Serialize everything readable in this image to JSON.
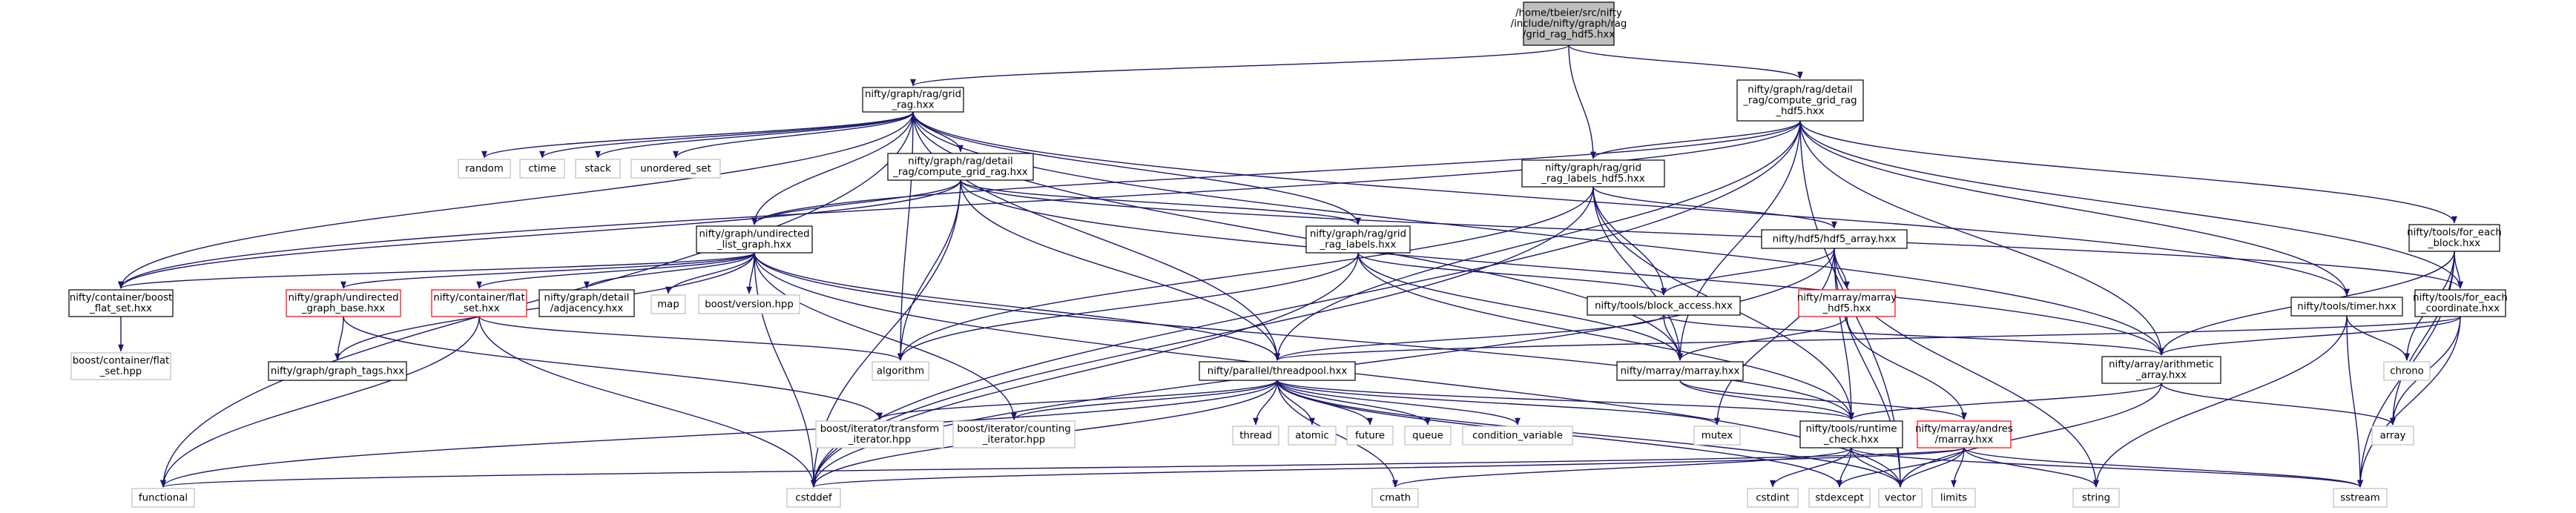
{
  "graph": {
    "title": "Include dependency graph for grid_rag_hdf5.hxx",
    "colors": {
      "edge": "#191970",
      "root_fill": "#bfbfbf",
      "node_border": "#000000",
      "missing_border": "#bfbfbf",
      "missing_file_border": "#ff0000"
    },
    "nodes": [
      {
        "id": "root",
        "lines": [
          "/home/tbeier/src/nifty",
          "/include/nifty/graph/rag",
          "/grid_rag_hdf5.hxx"
        ],
        "style": "root"
      },
      {
        "id": "grid_rag",
        "lines": [
          "nifty/graph/rag/grid",
          "_rag.hxx"
        ],
        "style": "default"
      },
      {
        "id": "detail_compute_hdf5",
        "lines": [
          "nifty/graph/rag/detail",
          "_rag/compute_grid_rag",
          "_hdf5.hxx"
        ],
        "style": "default"
      },
      {
        "id": "random",
        "lines": [
          "random"
        ],
        "style": "missing"
      },
      {
        "id": "ctime",
        "lines": [
          "ctime"
        ],
        "style": "missing"
      },
      {
        "id": "stack",
        "lines": [
          "stack"
        ],
        "style": "missing"
      },
      {
        "id": "unordered_set",
        "lines": [
          "unordered_set"
        ],
        "style": "missing"
      },
      {
        "id": "detail_compute",
        "lines": [
          "nifty/graph/rag/detail",
          "_rag/compute_grid_rag.hxx"
        ],
        "style": "default"
      },
      {
        "id": "labels_hdf5",
        "lines": [
          "nifty/graph/rag/grid",
          "_rag_labels_hdf5.hxx"
        ],
        "style": "default"
      },
      {
        "id": "undirected_list",
        "lines": [
          "nifty/graph/undirected",
          "_list_graph.hxx"
        ],
        "style": "default"
      },
      {
        "id": "grid_rag_labels",
        "lines": [
          "nifty/graph/rag/grid",
          "_rag_labels.hxx"
        ],
        "style": "default"
      },
      {
        "id": "hdf5_array",
        "lines": [
          "nifty/hdf5/hdf5_array.hxx"
        ],
        "style": "default"
      },
      {
        "id": "for_each_block",
        "lines": [
          "nifty/tools/for_each",
          "_block.hxx"
        ],
        "style": "default"
      },
      {
        "id": "boost_flat_set",
        "lines": [
          "nifty/container/boost",
          "_flat_set.hxx"
        ],
        "style": "default"
      },
      {
        "id": "undirected_graph_base",
        "lines": [
          "nifty/graph/undirected",
          "_graph_base.hxx"
        ],
        "style": "red"
      },
      {
        "id": "flat_set",
        "lines": [
          "nifty/container/flat",
          "_set.hxx"
        ],
        "style": "red"
      },
      {
        "id": "adjacency",
        "lines": [
          "nifty/graph/detail",
          "/adjacency.hxx"
        ],
        "style": "default"
      },
      {
        "id": "map",
        "lines": [
          "map"
        ],
        "style": "missing"
      },
      {
        "id": "boost_version",
        "lines": [
          "boost/version.hpp"
        ],
        "style": "missing"
      },
      {
        "id": "block_access",
        "lines": [
          "nifty/tools/block_access.hxx"
        ],
        "style": "default"
      },
      {
        "id": "marray_hdf5",
        "lines": [
          "nifty/marray/marray",
          "_hdf5.hxx"
        ],
        "style": "red"
      },
      {
        "id": "timer",
        "lines": [
          "nifty/tools/timer.hxx"
        ],
        "style": "default"
      },
      {
        "id": "for_each_coordinate",
        "lines": [
          "nifty/tools/for_each",
          "_coordinate.hxx"
        ],
        "style": "default"
      },
      {
        "id": "boost_container_flat_set",
        "lines": [
          "boost/container/flat",
          "_set.hpp"
        ],
        "style": "missing"
      },
      {
        "id": "graph_tags",
        "lines": [
          "nifty/graph/graph_tags.hxx"
        ],
        "style": "default"
      },
      {
        "id": "algorithm",
        "lines": [
          "algorithm"
        ],
        "style": "missing"
      },
      {
        "id": "threadpool",
        "lines": [
          "nifty/parallel/threadpool.hxx"
        ],
        "style": "default"
      },
      {
        "id": "marray",
        "lines": [
          "nifty/marray/marray.hxx"
        ],
        "style": "default"
      },
      {
        "id": "arithmetic_array",
        "lines": [
          "nifty/array/arithmetic",
          "_array.hxx"
        ],
        "style": "default"
      },
      {
        "id": "chrono",
        "lines": [
          "chrono"
        ],
        "style": "missing"
      },
      {
        "id": "transform_iterator",
        "lines": [
          "boost/iterator/transform",
          "_iterator.hpp"
        ],
        "style": "missing"
      },
      {
        "id": "counting_iterator",
        "lines": [
          "boost/iterator/counting",
          "_iterator.hpp"
        ],
        "style": "missing"
      },
      {
        "id": "thread",
        "lines": [
          "thread"
        ],
        "style": "missing"
      },
      {
        "id": "atomic",
        "lines": [
          "atomic"
        ],
        "style": "missing"
      },
      {
        "id": "future",
        "lines": [
          "future"
        ],
        "style": "missing"
      },
      {
        "id": "queue",
        "lines": [
          "queue"
        ],
        "style": "missing"
      },
      {
        "id": "condition_variable",
        "lines": [
          "condition_variable"
        ],
        "style": "missing"
      },
      {
        "id": "mutex",
        "lines": [
          "mutex"
        ],
        "style": "missing"
      },
      {
        "id": "runtime_check",
        "lines": [
          "nifty/tools/runtime",
          "_check.hxx"
        ],
        "style": "default"
      },
      {
        "id": "andres_marray",
        "lines": [
          "nifty/marray/andres",
          "/marray.hxx"
        ],
        "style": "red"
      },
      {
        "id": "array",
        "lines": [
          "array"
        ],
        "style": "missing"
      },
      {
        "id": "functional",
        "lines": [
          "functional"
        ],
        "style": "missing"
      },
      {
        "id": "cstddef",
        "lines": [
          "cstddef"
        ],
        "style": "missing"
      },
      {
        "id": "cmath",
        "lines": [
          "cmath"
        ],
        "style": "missing"
      },
      {
        "id": "cstdint",
        "lines": [
          "cstdint"
        ],
        "style": "missing"
      },
      {
        "id": "stdexcept",
        "lines": [
          "stdexcept"
        ],
        "style": "missing"
      },
      {
        "id": "vector",
        "lines": [
          "vector"
        ],
        "style": "missing"
      },
      {
        "id": "limits",
        "lines": [
          "limits"
        ],
        "style": "missing"
      },
      {
        "id": "string",
        "lines": [
          "string"
        ],
        "style": "missing"
      },
      {
        "id": "sstream",
        "lines": [
          "sstream"
        ],
        "style": "missing"
      }
    ],
    "edges": [
      [
        "root",
        "grid_rag"
      ],
      [
        "root",
        "detail_compute_hdf5"
      ],
      [
        "root",
        "labels_hdf5"
      ],
      [
        "grid_rag",
        "random"
      ],
      [
        "grid_rag",
        "ctime"
      ],
      [
        "grid_rag",
        "stack"
      ],
      [
        "grid_rag",
        "unordered_set"
      ],
      [
        "grid_rag",
        "detail_compute"
      ],
      [
        "grid_rag",
        "undirected_list"
      ],
      [
        "grid_rag",
        "grid_rag_labels"
      ],
      [
        "grid_rag",
        "boost_flat_set"
      ],
      [
        "grid_rag",
        "algorithm"
      ],
      [
        "grid_rag",
        "threadpool"
      ],
      [
        "grid_rag",
        "marray"
      ],
      [
        "grid_rag",
        "arithmetic_array"
      ],
      [
        "grid_rag",
        "functional"
      ],
      [
        "grid_rag",
        "timer"
      ],
      [
        "detail_compute_hdf5",
        "labels_hdf5"
      ],
      [
        "detail_compute_hdf5",
        "undirected_list"
      ],
      [
        "detail_compute_hdf5",
        "boost_flat_set"
      ],
      [
        "detail_compute_hdf5",
        "threadpool"
      ],
      [
        "detail_compute_hdf5",
        "for_each_block"
      ],
      [
        "detail_compute_hdf5",
        "for_each_coordinate"
      ],
      [
        "detail_compute_hdf5",
        "timer"
      ],
      [
        "detail_compute_hdf5",
        "marray"
      ],
      [
        "detail_compute_hdf5",
        "arithmetic_array"
      ],
      [
        "detail_compute_hdf5",
        "cstddef"
      ],
      [
        "detail_compute_hdf5",
        "vector"
      ],
      [
        "detail_compute",
        "undirected_list"
      ],
      [
        "detail_compute",
        "grid_rag_labels"
      ],
      [
        "detail_compute",
        "boost_flat_set"
      ],
      [
        "detail_compute",
        "algorithm"
      ],
      [
        "detail_compute",
        "threadpool"
      ],
      [
        "detail_compute",
        "for_each_coordinate"
      ],
      [
        "detail_compute",
        "arithmetic_array"
      ],
      [
        "detail_compute",
        "cstddef"
      ],
      [
        "labels_hdf5",
        "hdf5_array"
      ],
      [
        "labels_hdf5",
        "block_access"
      ],
      [
        "labels_hdf5",
        "marray"
      ],
      [
        "labels_hdf5",
        "runtime_check"
      ],
      [
        "labels_hdf5",
        "algorithm"
      ],
      [
        "labels_hdf5",
        "cstddef"
      ],
      [
        "undirected_list",
        "boost_flat_set"
      ],
      [
        "undirected_list",
        "undirected_graph_base"
      ],
      [
        "undirected_list",
        "flat_set"
      ],
      [
        "undirected_list",
        "adjacency"
      ],
      [
        "undirected_list",
        "map"
      ],
      [
        "undirected_list",
        "boost_version"
      ],
      [
        "undirected_list",
        "graph_tags"
      ],
      [
        "undirected_list",
        "threadpool"
      ],
      [
        "undirected_list",
        "runtime_check"
      ],
      [
        "undirected_list",
        "counting_iterator"
      ],
      [
        "undirected_list",
        "vector"
      ],
      [
        "undirected_list",
        "cstddef"
      ],
      [
        "grid_rag_labels",
        "block_access"
      ],
      [
        "grid_rag_labels",
        "marray"
      ],
      [
        "grid_rag_labels",
        "runtime_check"
      ],
      [
        "grid_rag_labels",
        "algorithm"
      ],
      [
        "grid_rag_labels",
        "cstddef"
      ],
      [
        "hdf5_array",
        "block_access"
      ],
      [
        "hdf5_array",
        "marray_hdf5"
      ],
      [
        "hdf5_array",
        "runtime_check"
      ],
      [
        "hdf5_array",
        "mutex"
      ],
      [
        "hdf5_array",
        "vector"
      ],
      [
        "hdf5_array",
        "string"
      ],
      [
        "hdf5_array",
        "cstddef"
      ],
      [
        "for_each_block",
        "for_each_coordinate"
      ],
      [
        "for_each_block",
        "arithmetic_array"
      ],
      [
        "for_each_block",
        "array"
      ],
      [
        "for_each_block",
        "chrono"
      ],
      [
        "for_each_block",
        "sstream"
      ],
      [
        "boost_flat_set",
        "boost_container_flat_set"
      ],
      [
        "undirected_graph_base",
        "graph_tags"
      ],
      [
        "undirected_graph_base",
        "transform_iterator"
      ],
      [
        "flat_set",
        "algorithm"
      ],
      [
        "flat_set",
        "functional"
      ],
      [
        "flat_set",
        "cstddef"
      ],
      [
        "block_access",
        "marray"
      ],
      [
        "block_access",
        "threadpool"
      ],
      [
        "block_access",
        "arithmetic_array"
      ],
      [
        "marray_hdf5",
        "marray"
      ],
      [
        "marray_hdf5",
        "andres_marray"
      ],
      [
        "timer",
        "chrono"
      ],
      [
        "timer",
        "sstream"
      ],
      [
        "timer",
        "string"
      ],
      [
        "for_each_coordinate",
        "threadpool"
      ],
      [
        "for_each_coordinate",
        "arithmetic_array"
      ],
      [
        "for_each_coordinate",
        "array"
      ],
      [
        "for_each_coordinate",
        "sstream"
      ],
      [
        "threadpool",
        "thread"
      ],
      [
        "threadpool",
        "atomic"
      ],
      [
        "threadpool",
        "future"
      ],
      [
        "threadpool",
        "queue"
      ],
      [
        "threadpool",
        "condition_variable"
      ],
      [
        "threadpool",
        "mutex"
      ],
      [
        "threadpool",
        "functional"
      ],
      [
        "threadpool",
        "transform_iterator"
      ],
      [
        "threadpool",
        "counting_iterator"
      ],
      [
        "threadpool",
        "runtime_check"
      ],
      [
        "threadpool",
        "vector"
      ],
      [
        "threadpool",
        "stdexcept"
      ],
      [
        "threadpool",
        "cmath"
      ],
      [
        "threadpool",
        "cstddef"
      ],
      [
        "marray",
        "andres_marray"
      ],
      [
        "marray",
        "runtime_check"
      ],
      [
        "arithmetic_array",
        "runtime_check"
      ],
      [
        "arithmetic_array",
        "array"
      ],
      [
        "arithmetic_array",
        "vector"
      ],
      [
        "runtime_check",
        "cstdint"
      ],
      [
        "runtime_check",
        "stdexcept"
      ],
      [
        "runtime_check",
        "vector"
      ],
      [
        "runtime_check",
        "cmath"
      ],
      [
        "runtime_check",
        "sstream"
      ],
      [
        "andres_marray",
        "functional"
      ],
      [
        "andres_marray",
        "cstddef"
      ],
      [
        "andres_marray",
        "stdexcept"
      ],
      [
        "andres_marray",
        "limits"
      ],
      [
        "andres_marray",
        "string"
      ],
      [
        "andres_marray",
        "vector"
      ],
      [
        "andres_marray",
        "sstream"
      ]
    ]
  }
}
